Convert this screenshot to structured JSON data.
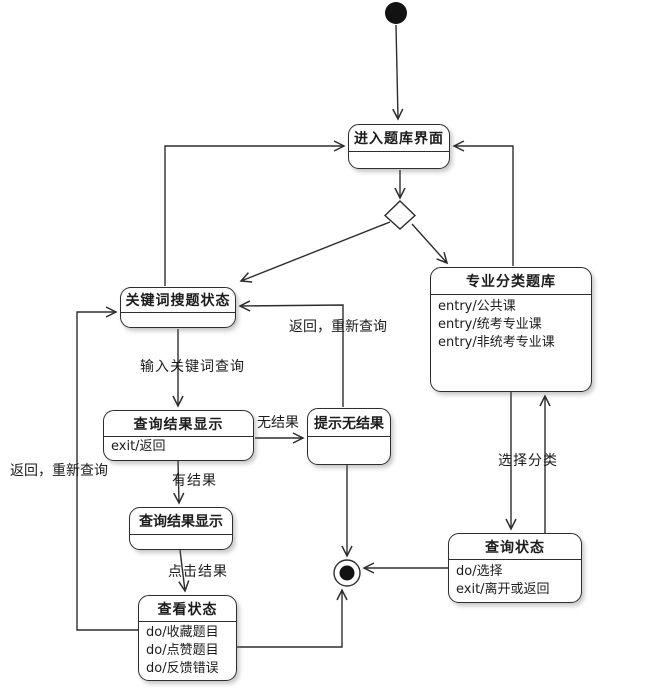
{
  "diagram": {
    "kind": "uml-state-diagram",
    "background_color": "#ffffff",
    "line_color": "#2d2d2d",
    "text_color": "#1c1c1c"
  },
  "states": {
    "enter_bank": {
      "title": "进入题库界面"
    },
    "keyword_search": {
      "title": "关键词搜题状态"
    },
    "category_bank": {
      "title": "专业分类题库",
      "actions": [
        "entry/公共课",
        "entry/统考专业课",
        "entry/非统考专业课"
      ]
    },
    "query_result_display_1": {
      "title": "查询结果显示",
      "actions": [
        "exit/返回"
      ]
    },
    "no_result_prompt": {
      "title": "提示无结果"
    },
    "query_result_display_2": {
      "title": "查询结果显示"
    },
    "view_state": {
      "title": "查看状态",
      "actions": [
        "do/收藏题目",
        "do/点赞题目",
        "do/反馈错误"
      ]
    },
    "query_state": {
      "title": "查询状态",
      "actions": [
        "do/选择",
        "exit/离开或返回"
      ]
    }
  },
  "transition_labels": {
    "input_keyword_query": "输入关键词查询",
    "no_result": "无结果",
    "has_result": "有结果",
    "click_result": "点击结果",
    "return_and_requery_left": "返回，重新查询",
    "return_and_requery_right": "返回，重新查询",
    "select_category": "选择分类"
  }
}
